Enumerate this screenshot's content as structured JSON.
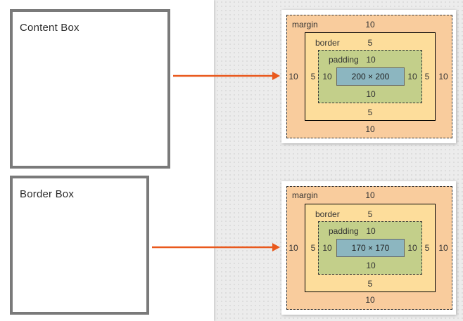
{
  "left_panel": {
    "content_box": {
      "label": "Content Box"
    },
    "border_box": {
      "label": "Border Box"
    }
  },
  "arrow_color": "#e9591d",
  "models": [
    {
      "margin": {
        "label": "margin",
        "top": "10",
        "bottom": "10",
        "left": "10",
        "right": "10"
      },
      "border": {
        "label": "border",
        "top": "5",
        "bottom": "5",
        "left": "5",
        "right": "5"
      },
      "padding": {
        "label": "padding",
        "top": "10",
        "bottom": "10",
        "left": "10",
        "right": "10"
      },
      "content": "200 × 200"
    },
    {
      "margin": {
        "label": "margin",
        "top": "10",
        "bottom": "10",
        "left": "10",
        "right": "10"
      },
      "border": {
        "label": "border",
        "top": "5",
        "bottom": "5",
        "left": "5",
        "right": "5"
      },
      "padding": {
        "label": "padding",
        "top": "10",
        "bottom": "10",
        "left": "10",
        "right": "10"
      },
      "content": "170 × 170"
    }
  ]
}
